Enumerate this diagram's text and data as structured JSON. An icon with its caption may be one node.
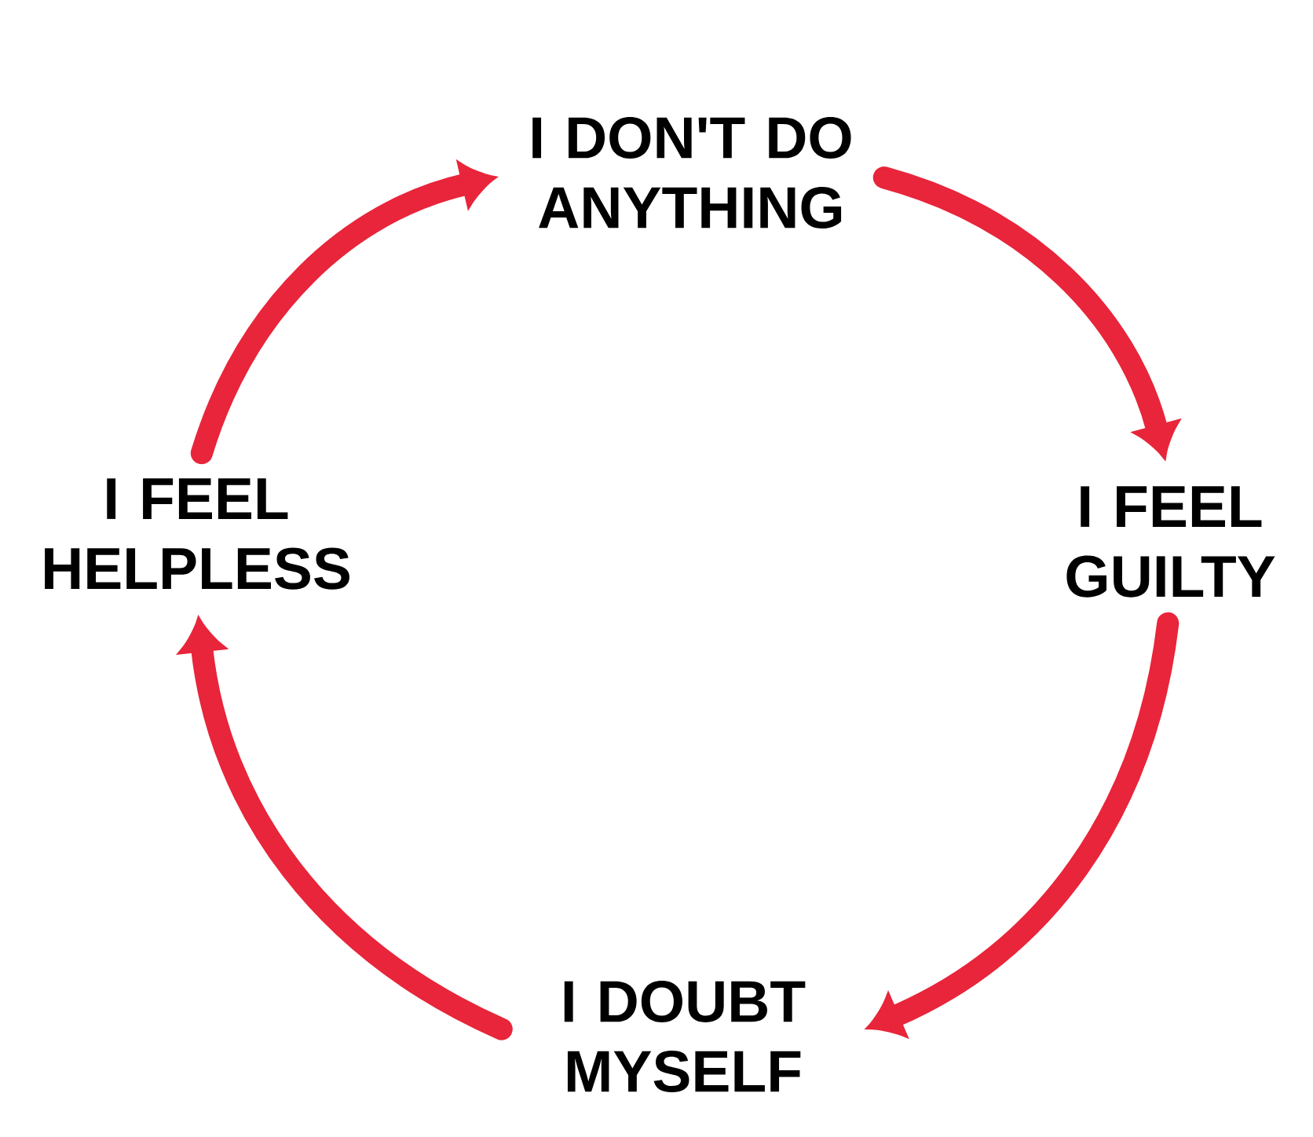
{
  "diagram": {
    "nodes": [
      {
        "text": [
          "I DON'T DO ANYTHING"
        ]
      },
      {
        "text": [
          "I FEEL GUILTY"
        ]
      },
      {
        "text": [
          "I DOUBT MYSELF"
        ]
      },
      {
        "text": [
          "I FEEL HELPLESS"
        ]
      }
    ],
    "edges": [
      {
        "from": 0,
        "to": 1,
        "arrow": "to"
      },
      {
        "from": 1,
        "to": 2,
        "arrow": "to"
      },
      {
        "from": 2,
        "to": 3,
        "arrow": "to"
      },
      {
        "from": 3,
        "to": 0,
        "arrow": "to"
      }
    ]
  }
}
